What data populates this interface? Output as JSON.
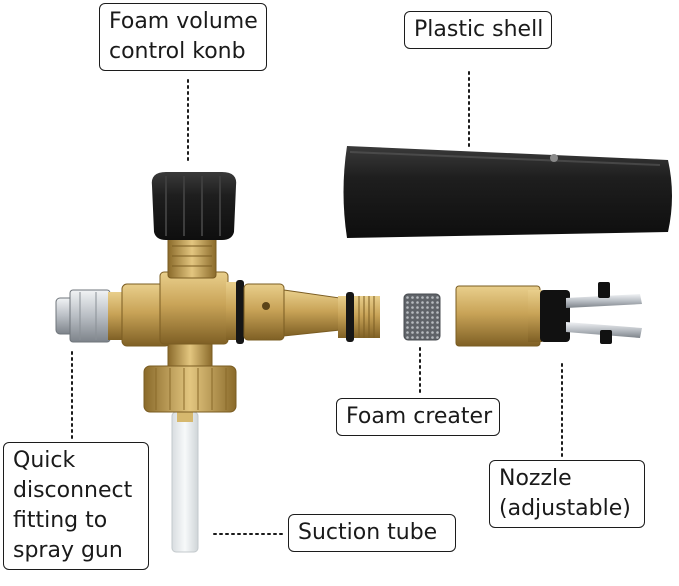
{
  "colors": {
    "brass": "#c9a458",
    "brass_dark": "#8a6a2a",
    "black_part": "#1f1f1f",
    "steel": "#c9cdd2",
    "tube": "#e9ecee",
    "label_border": "#1c1c1c",
    "leader_line": "#1a1a1a"
  },
  "parts": [
    {
      "id": "knob",
      "lines": [
        "Foam volume",
        "control konb"
      ]
    },
    {
      "id": "shell",
      "lines": [
        "Plastic shell"
      ]
    },
    {
      "id": "foam",
      "lines": [
        "Foam creater"
      ]
    },
    {
      "id": "nozzle",
      "lines": [
        "Nozzle",
        "(adjustable)"
      ]
    },
    {
      "id": "fitting",
      "lines": [
        "Quick",
        "disconnect",
        "fitting to",
        "spray gun"
      ]
    },
    {
      "id": "tube",
      "lines": [
        "Suction tube"
      ]
    }
  ]
}
